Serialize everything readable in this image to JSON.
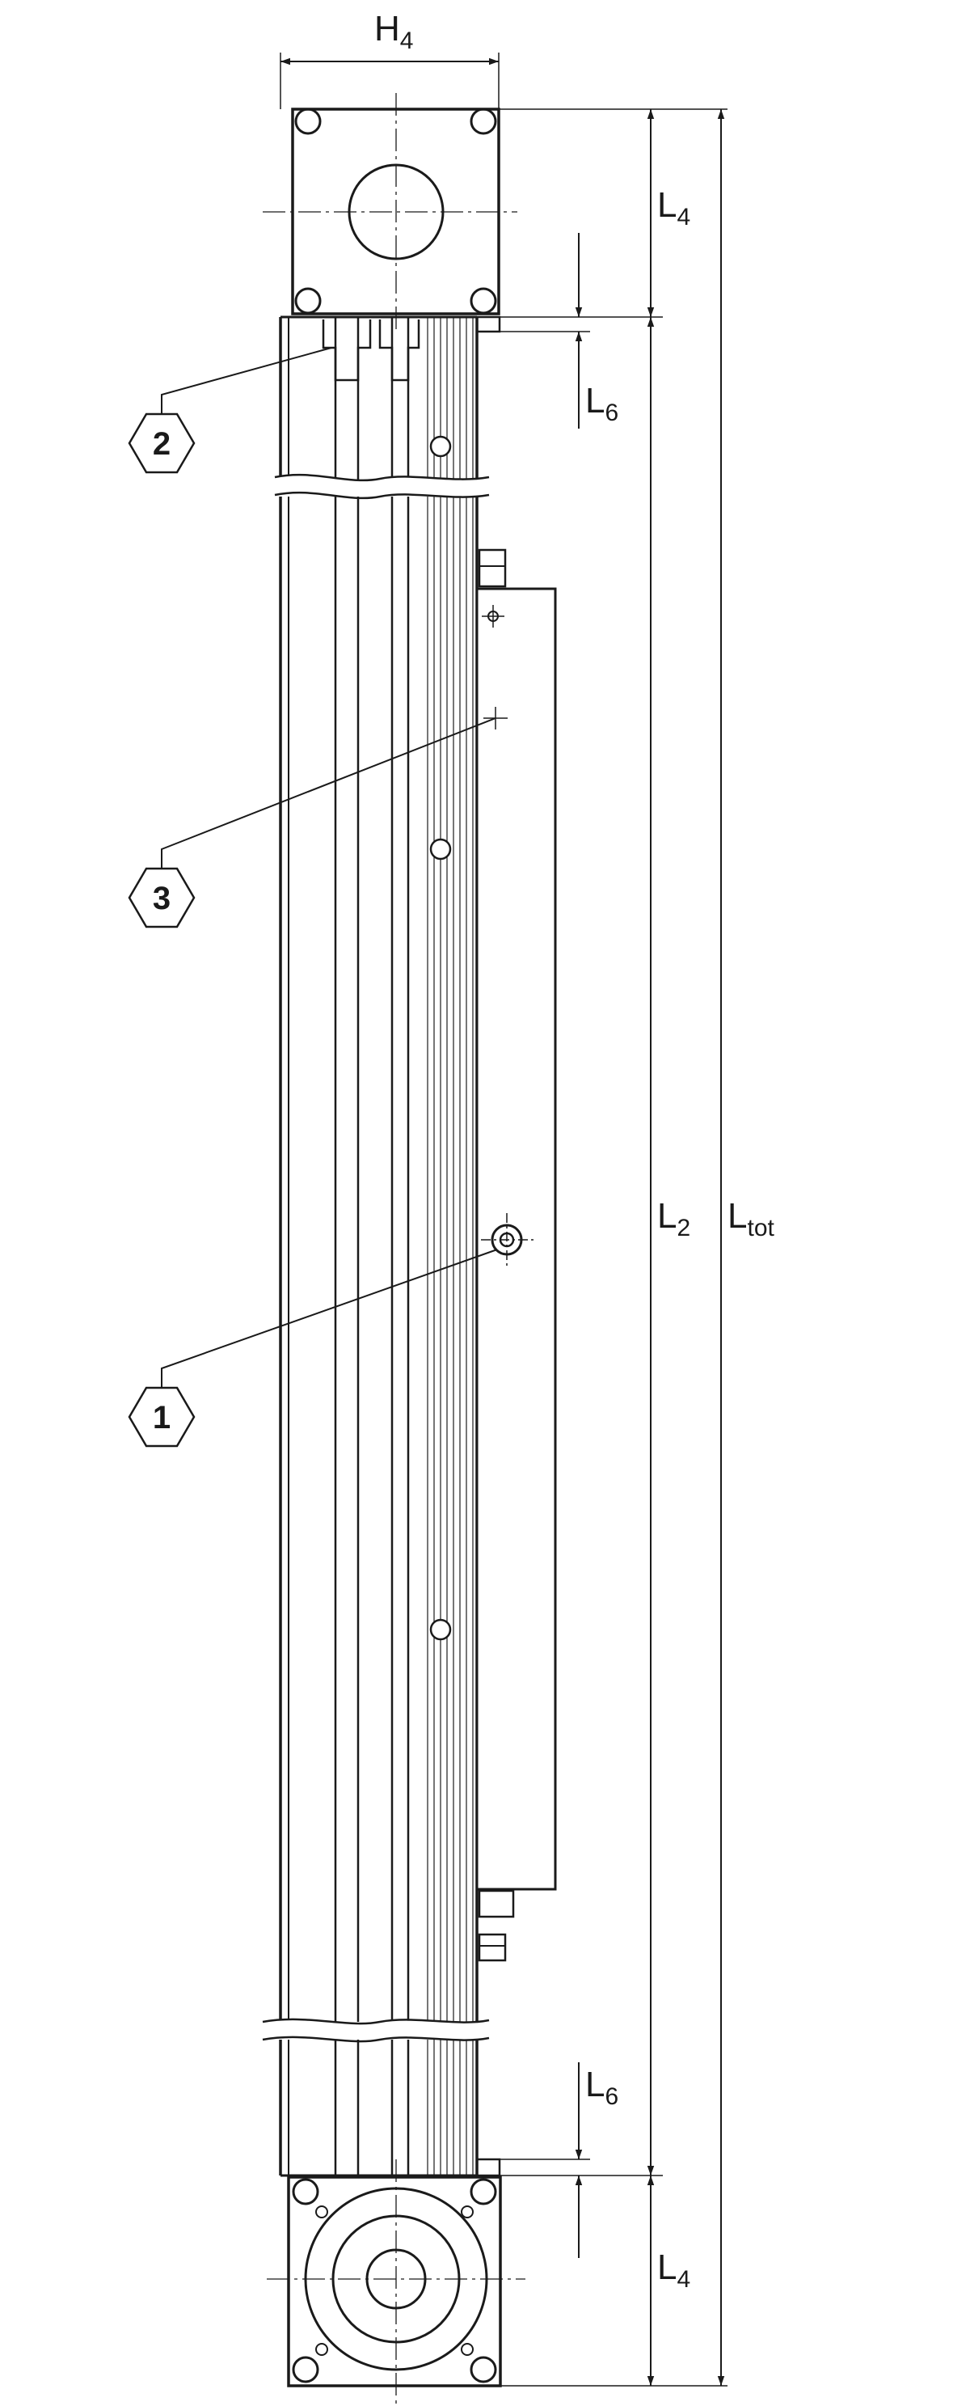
{
  "dimensions": {
    "H4": {
      "main": "H",
      "sub": "4"
    },
    "L4_top": {
      "main": "L",
      "sub": "4"
    },
    "L6_top": {
      "main": "L",
      "sub": "6"
    },
    "L2": {
      "main": "L",
      "sub": "2"
    },
    "Ltot": {
      "main": "L",
      "sub": "tot"
    },
    "L6_bottom": {
      "main": "L",
      "sub": "6"
    },
    "L4_bottom": {
      "main": "L",
      "sub": "4"
    }
  },
  "callouts": [
    {
      "id": "2",
      "label": "2"
    },
    {
      "id": "3",
      "label": "3"
    },
    {
      "id": "1",
      "label": "1"
    }
  ],
  "colors": {
    "stroke": "#1a1a1a",
    "background": "#ffffff"
  }
}
